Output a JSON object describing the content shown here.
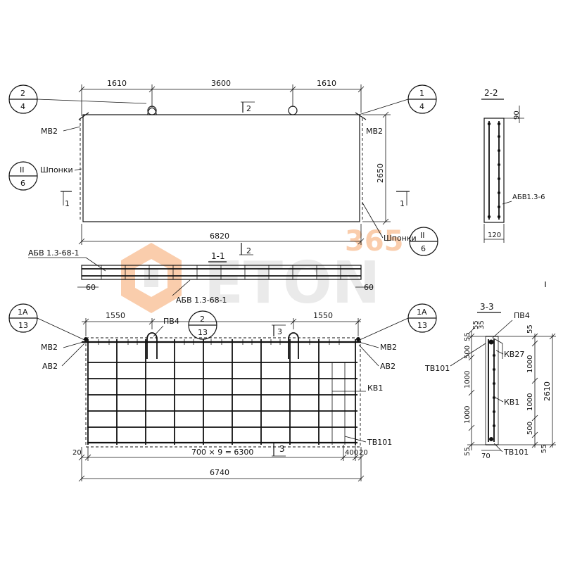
{
  "top_view": {
    "dim_left": "1610",
    "dim_mid": "3600",
    "dim_right": "1610",
    "dim_height": "2650",
    "dim_length": "6820",
    "label_mb2_left": "МВ2",
    "label_mb2_right": "МВ2",
    "label_shponki_left": "Шпонки",
    "label_shponki_right": "Шпонки",
    "callout_left": {
      "top": "2",
      "bottom": "4"
    },
    "callout_right": {
      "top": "1",
      "bottom": "4"
    },
    "callout_shp_left": {
      "top": "II",
      "bottom": "6"
    },
    "callout_shp_right": {
      "top": "II",
      "bottom": "6"
    },
    "section_mark_2": "2",
    "section_mark_1_left": "1",
    "section_mark_1_right": "1"
  },
  "section_1_1": {
    "title": "1-1",
    "section_mark_2": "2",
    "label_top": "АБВ 1.3-68-1",
    "label_bottom": "АБВ 1.3-68-1",
    "dim_left": "60",
    "dim_right": "60"
  },
  "section_2_2": {
    "title": "2-2",
    "dim_top": "90",
    "dim_width": "120",
    "label_side": "АБВ1.3-6"
  },
  "reinforcement_view": {
    "dim_left": "1550",
    "dim_right": "1550",
    "label_pb4": "ПВ4",
    "label_mb2_left": "МВ2",
    "label_mb2_right": "МВ2",
    "label_ab2_left": "АВ2",
    "label_ab2_right": "АВ2",
    "label_kb1": "КВ1",
    "label_tb101": "ТВ101",
    "callout_left": {
      "top": "1А",
      "bottom": "13"
    },
    "callout_mid": {
      "top": "2",
      "bottom": "13"
    },
    "callout_right": {
      "top": "1А",
      "bottom": "13"
    },
    "section_mark_3_top": "3",
    "section_mark_3_bottom": "3",
    "dim_edge_left": "20",
    "dim_edge_right": "20",
    "dim_spacing": "700 × 9 = 6300",
    "dim_400": "400",
    "dim_total": "6740"
  },
  "section_3_3": {
    "title": "3-3",
    "label_pb4": "ПВ4",
    "label_kb27": "КВ27",
    "label_tb101_left": "ТВ101",
    "label_kb1": "КВ1",
    "label_tb101_bottom": "ТВ101",
    "dim_35": "35",
    "dim_55_top": "55",
    "dim_55_top_left": "55",
    "dim_500_left": "500",
    "dim_1000_left_a": "1000",
    "dim_1000_left_b": "1000",
    "dim_55_bottom_left": "55",
    "dim_70": "70",
    "dim_55_right_top": "55",
    "dim_1000_right_a": "1000",
    "dim_1000_right_b": "1000",
    "dim_500_right": "500",
    "dim_55_right_bottom": "55",
    "dim_2610": "2610"
  },
  "watermark": {
    "brand": "ETON",
    "number": "365"
  },
  "colors": {
    "watermark_orange": "#f6a56a",
    "watermark_gray": "#d9d9d9",
    "ink": "#111111"
  }
}
